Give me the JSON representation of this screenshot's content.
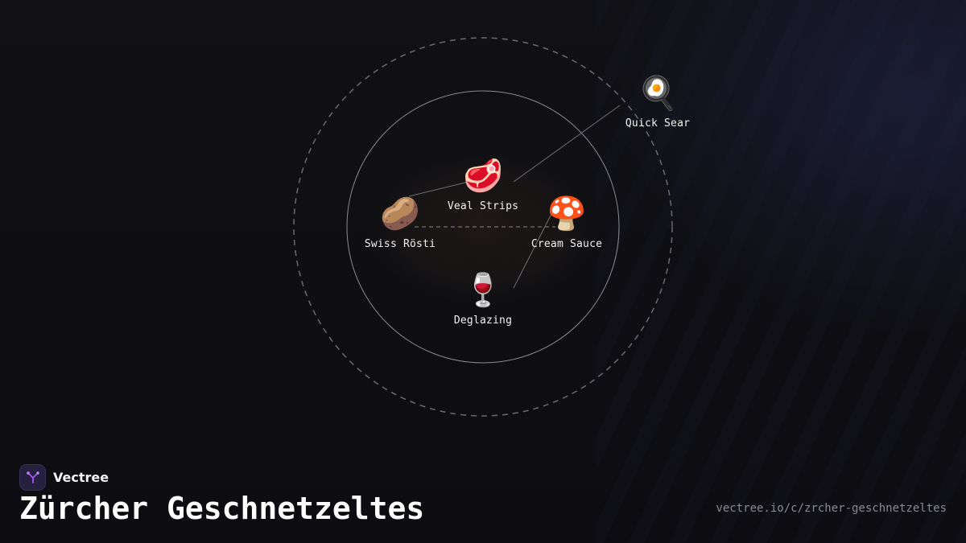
{
  "brand": {
    "name": "Vectree",
    "logo_icon": "branching-tree-icon"
  },
  "title": "Zürcher Geschnetzeltes",
  "url": "vectree.io/c/zrcher-geschnetzeltes",
  "nodes": {
    "quick_sear": {
      "label": "Quick Sear",
      "emoji": "🍳",
      "icon": "frying-pan-icon"
    },
    "veal_strips": {
      "label": "Veal Strips",
      "emoji": "🥩",
      "icon": "meat-icon"
    },
    "swiss_rosti": {
      "label": "Swiss Rösti",
      "emoji": "🥔",
      "icon": "potato-icon"
    },
    "cream_sauce": {
      "label": "Cream Sauce",
      "emoji": "🍄",
      "icon": "mushroom-icon"
    },
    "deglazing": {
      "label": "Deglazing",
      "emoji": "🍷",
      "icon": "wine-glass-icon"
    }
  },
  "colors": {
    "background": "#0e0e12",
    "ring": "#6a6a72",
    "label": "#f2f2f2",
    "url": "#8a8a92",
    "logo_bg": "#24203e",
    "logo_accent": "#a855f7"
  }
}
